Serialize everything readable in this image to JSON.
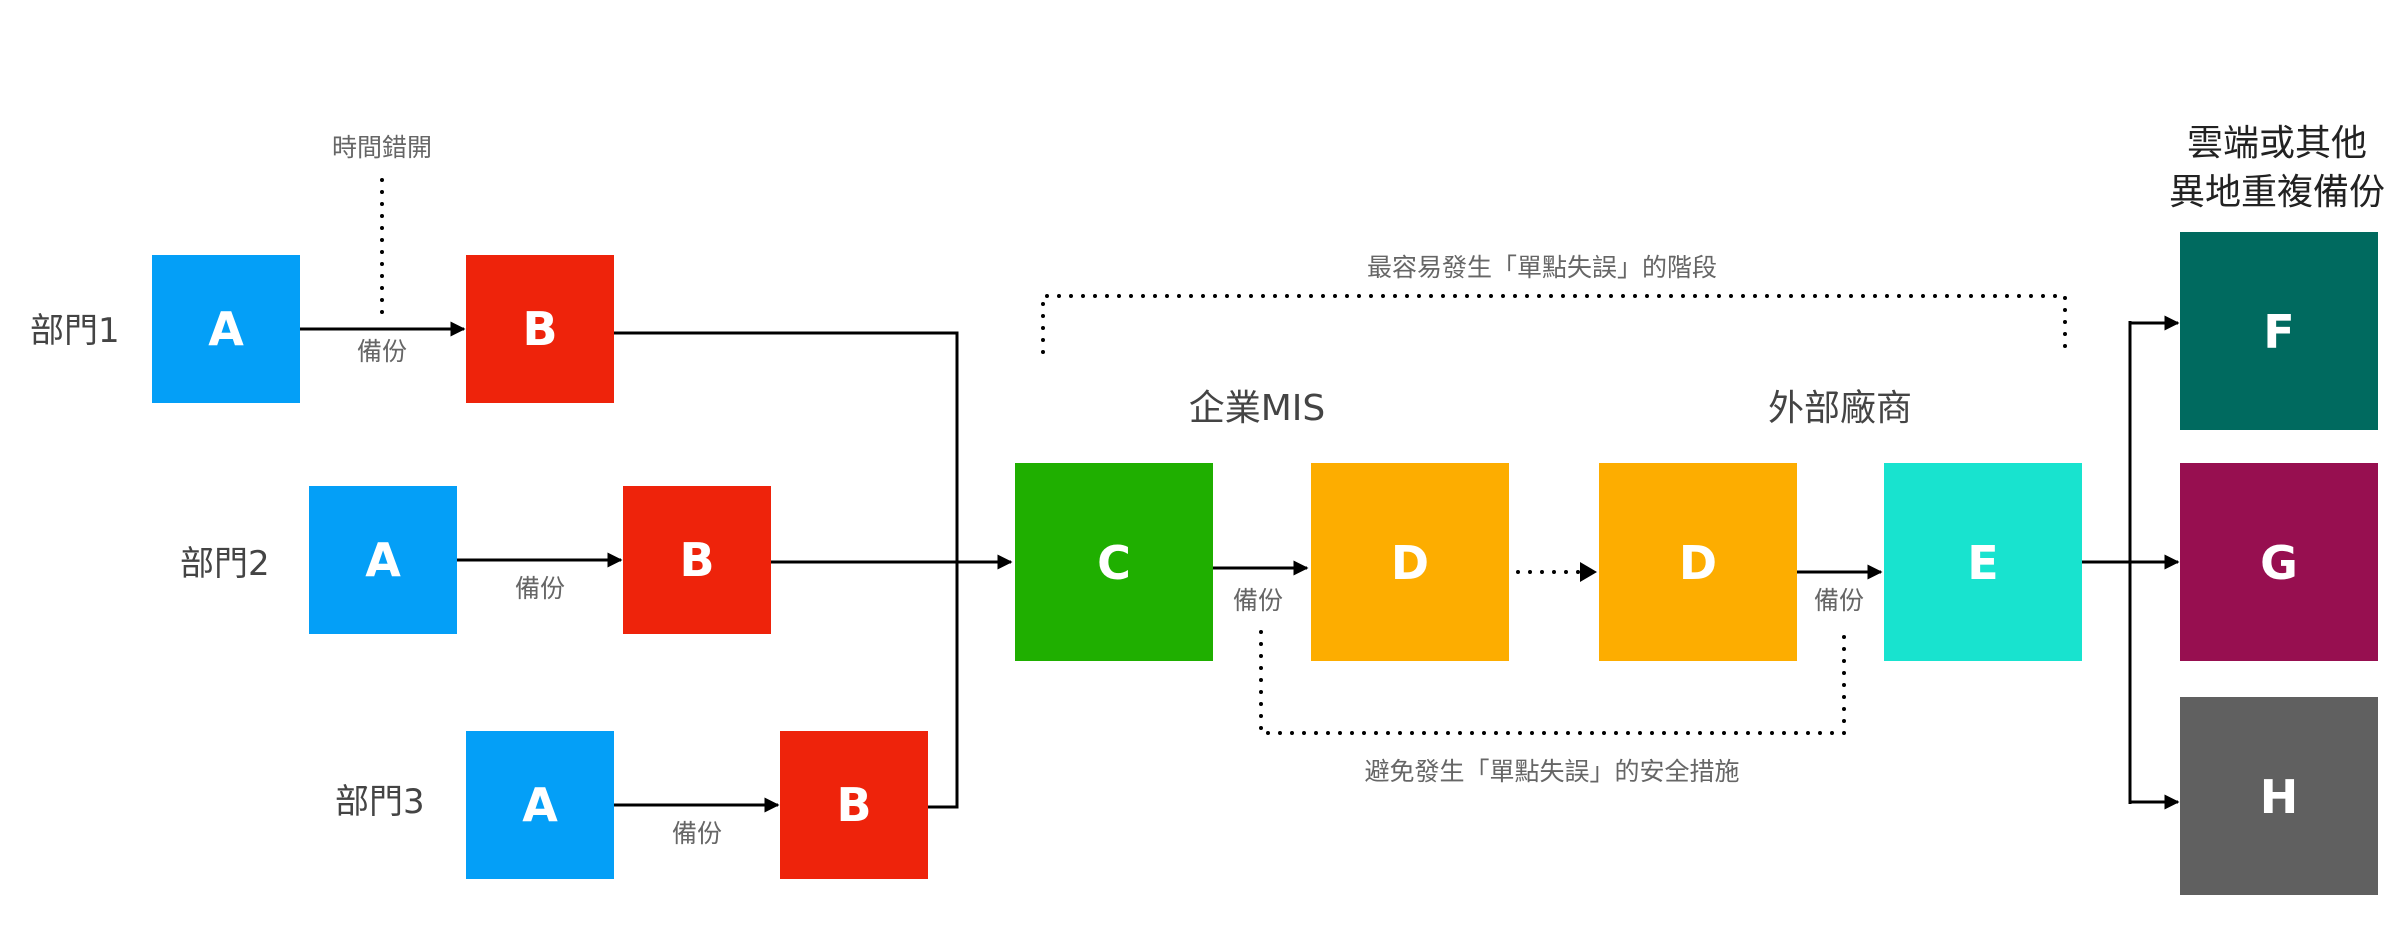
{
  "departments": [
    {
      "name": "部門1",
      "a": "A",
      "b": "B",
      "backup": "備份"
    },
    {
      "name": "部門2",
      "a": "A",
      "b": "B",
      "backup": "備份"
    },
    {
      "name": "部門3",
      "a": "A",
      "b": "B",
      "backup": "備份"
    }
  ],
  "time_stagger": "時間錯開",
  "single_point_stage": "最容易發生「單點失誤」的階段",
  "mis": {
    "title": "企業MIS",
    "c": "C",
    "d": "D",
    "backup": "備份"
  },
  "vendor": {
    "title": "外部廠商",
    "d": "D",
    "e": "E",
    "backup": "備份"
  },
  "safety_measure": "避免發生「單點失誤」的安全措施",
  "cloud": {
    "title_line1": "雲端或其他",
    "title_line2": "異地重複備份",
    "f": "F",
    "g": "G",
    "h": "H"
  },
  "colors": {
    "a_blue": "#049ff7",
    "b_red": "#ee230b",
    "c_green": "#1faf00",
    "d_orange": "#fdad00",
    "e_cyan": "#18e3cf",
    "f_teal": "#006a5f",
    "g_magenta": "#970f50",
    "h_gray": "#606060"
  }
}
